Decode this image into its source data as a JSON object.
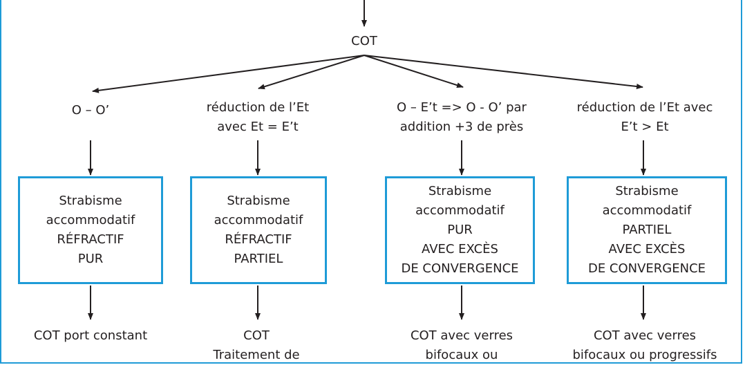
{
  "root": {
    "label": "COT"
  },
  "colors": {
    "frame": "#1e9bd7",
    "box_border": "#1e9bd7",
    "text": "#231f20"
  },
  "branches": [
    {
      "condition": [
        "O – O’"
      ],
      "diagnosis": [
        "Strabisme",
        "accommodatif",
        "RÉFRACTIF",
        "PUR"
      ],
      "treatment": [
        "COT port constant"
      ]
    },
    {
      "condition": [
        "réduction de l’Et",
        "avec Et = E’t"
      ],
      "diagnosis": [
        "Strabisme",
        "accommodatif",
        "RÉFRACTIF",
        "PARTIEL"
      ],
      "treatment": [
        "COT",
        "Traitement de"
      ]
    },
    {
      "condition": [
        "O – E’t => O - O’ par",
        "addition +3 de près"
      ],
      "diagnosis": [
        "Strabisme",
        "accommodatif",
        "PUR",
        "AVEC EXCÈS",
        "DE CONVERGENCE"
      ],
      "treatment": [
        "COT avec verres",
        "bifocaux ou"
      ]
    },
    {
      "condition": [
        "réduction de l’Et avec",
        "E’t > Et"
      ],
      "diagnosis": [
        "Strabisme",
        "accommodatif",
        "PARTIEL",
        "AVEC EXCÈS",
        "DE CONVERGENCE"
      ],
      "treatment": [
        "COT avec verres",
        "bifocaux ou progressifs"
      ]
    }
  ]
}
